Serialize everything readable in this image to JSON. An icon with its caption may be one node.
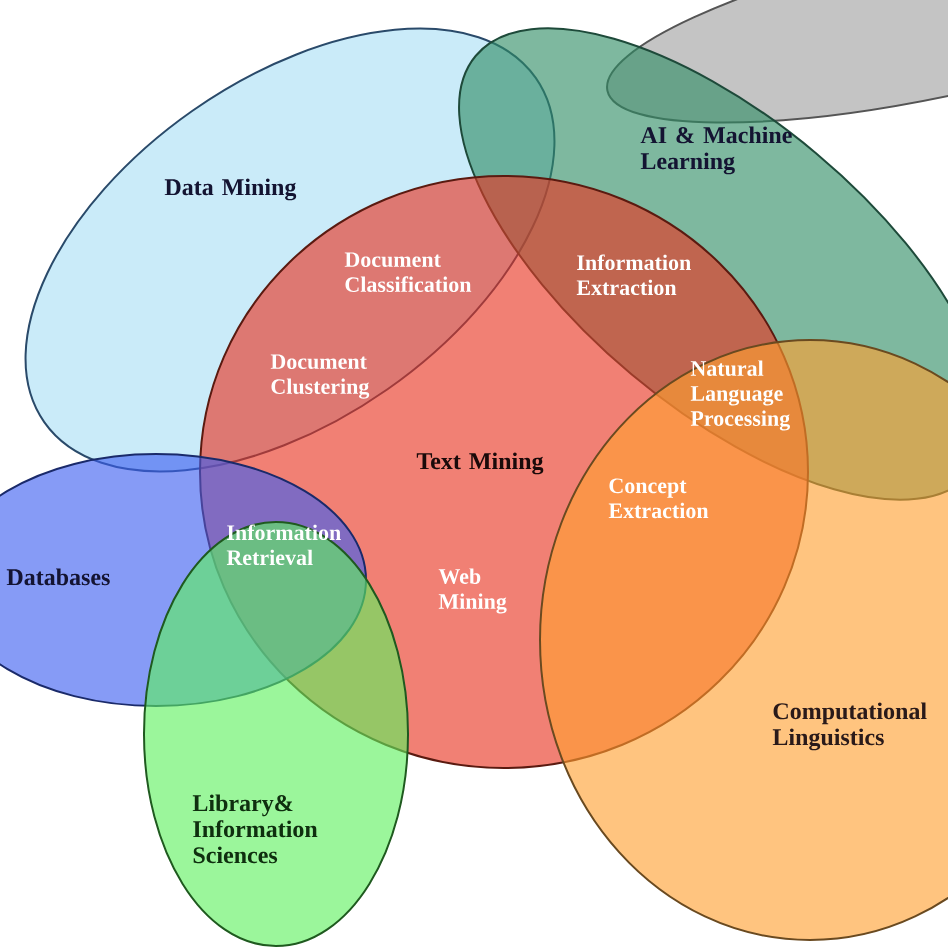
{
  "diagram": {
    "nodes": [
      {
        "text": [
          "Data Mining"
        ]
      },
      {
        "text": [
          "AI & Machine Learning"
        ]
      },
      {
        "text": [],
        "shape": "ellipse"
      },
      {
        "text": [
          "Text Mining"
        ]
      },
      {
        "text": [
          "Databases"
        ]
      },
      {
        "text": [
          "Library& Information Sciences"
        ]
      },
      {
        "text": [
          "Computational Linguistics"
        ]
      }
    ],
    "labels": [
      "Document Classification",
      "Information Extraction",
      "Document Clustering",
      "Natural Language Processing",
      "Concept Extraction",
      "Information Retrieval",
      "Web Mining"
    ]
  }
}
